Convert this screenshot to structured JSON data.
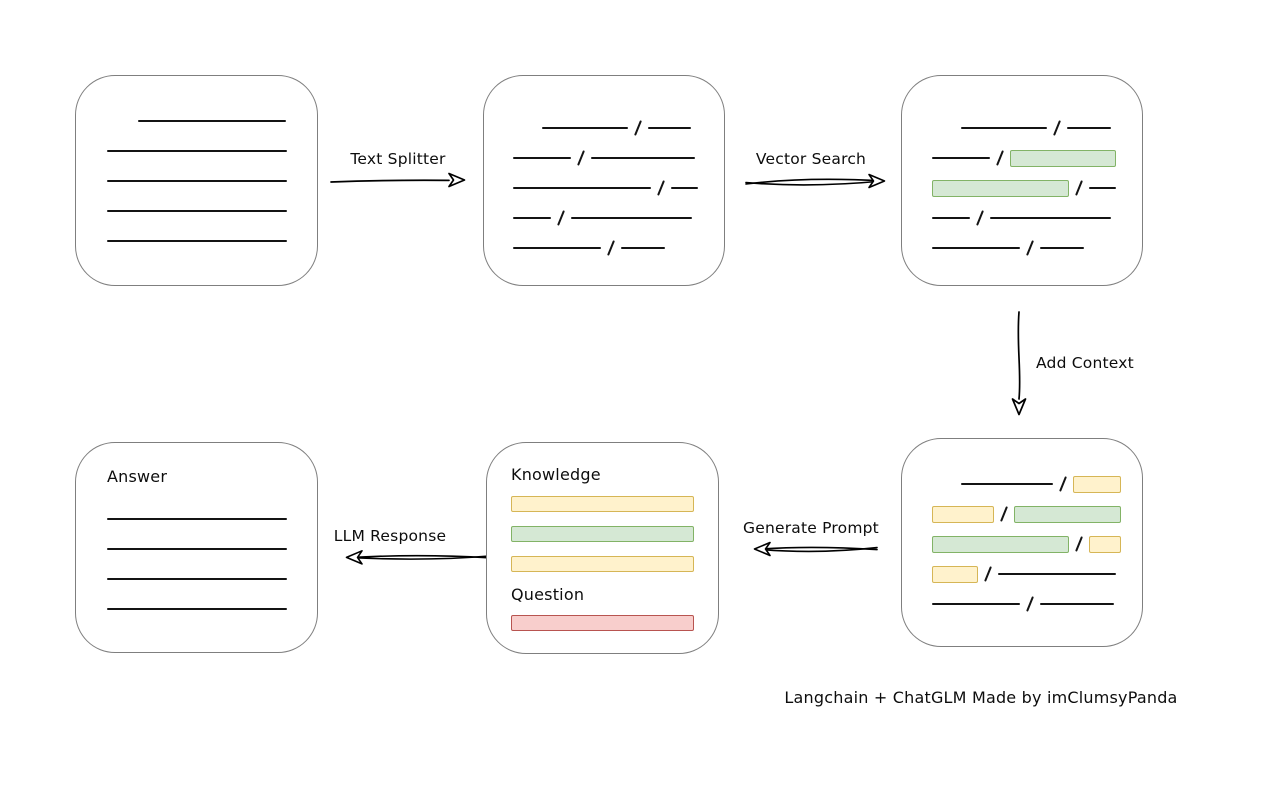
{
  "caption": "Langchain + ChatGLM Made by imClumsyPanda",
  "colors": {
    "line": {
      "fill": "#141414",
      "border": "#141414"
    },
    "green": {
      "fill": "#d5e8d4",
      "border": "#82b366"
    },
    "yellow": {
      "fill": "#fff2cc",
      "border": "#d6b656"
    },
    "red": {
      "fill": "#f8cecc",
      "border": "#b85450"
    }
  },
  "arrows": {
    "text_splitter": {
      "label": "Text Splitter"
    },
    "vector_search": {
      "label": "Vector Search"
    },
    "add_context": {
      "label": "Add Context"
    },
    "generate_prompt": {
      "label": "Generate Prompt"
    },
    "llm_response": {
      "label": "LLM Response"
    }
  },
  "boxes": {
    "document": {
      "lines": [
        {
          "indent": 31,
          "w": 148
        },
        {
          "indent": 0,
          "w": 180
        },
        {
          "indent": 0,
          "w": 180
        },
        {
          "indent": 0,
          "w": 180
        },
        {
          "indent": 0,
          "w": 180
        }
      ]
    },
    "chunks": {
      "rows": [
        {
          "indent": 29,
          "segs": [
            {
              "kind": "line",
              "w": 86
            },
            {
              "kind": "line",
              "w": 43
            }
          ]
        },
        {
          "indent": 0,
          "segs": [
            {
              "kind": "line",
              "w": 58
            },
            {
              "kind": "line",
              "w": 104
            }
          ]
        },
        {
          "indent": 0,
          "segs": [
            {
              "kind": "line",
              "w": 138
            },
            {
              "kind": "line",
              "w": 27
            }
          ]
        },
        {
          "indent": 0,
          "segs": [
            {
              "kind": "line",
              "w": 38
            },
            {
              "kind": "line",
              "w": 121
            }
          ]
        },
        {
          "indent": 0,
          "segs": [
            {
              "kind": "line",
              "w": 88
            },
            {
              "kind": "line",
              "w": 44
            }
          ]
        }
      ]
    },
    "search_results": {
      "rows": [
        {
          "indent": 29,
          "segs": [
            {
              "kind": "line",
              "w": 86
            },
            {
              "kind": "line",
              "w": 44
            }
          ]
        },
        {
          "indent": 0,
          "segs": [
            {
              "kind": "line",
              "w": 58
            },
            {
              "kind": "green",
              "w": 106
            }
          ]
        },
        {
          "indent": 0,
          "segs": [
            {
              "kind": "green",
              "w": 137
            },
            {
              "kind": "line",
              "w": 27
            }
          ]
        },
        {
          "indent": 0,
          "segs": [
            {
              "kind": "line",
              "w": 38
            },
            {
              "kind": "line",
              "w": 121
            }
          ]
        },
        {
          "indent": 0,
          "segs": [
            {
              "kind": "line",
              "w": 88
            },
            {
              "kind": "line",
              "w": 44
            }
          ]
        }
      ]
    },
    "context_chunks": {
      "rows": [
        {
          "indent": 29,
          "segs": [
            {
              "kind": "line",
              "w": 92
            },
            {
              "kind": "yellow",
              "w": 48
            }
          ]
        },
        {
          "indent": 0,
          "segs": [
            {
              "kind": "yellow",
              "w": 62
            },
            {
              "kind": "green",
              "w": 107
            }
          ]
        },
        {
          "indent": 0,
          "segs": [
            {
              "kind": "green",
              "w": 137
            },
            {
              "kind": "yellow",
              "w": 32
            }
          ]
        },
        {
          "indent": 0,
          "segs": [
            {
              "kind": "yellow",
              "w": 46
            },
            {
              "kind": "line",
              "w": 118
            }
          ]
        },
        {
          "indent": 0,
          "segs": [
            {
              "kind": "line",
              "w": 88
            },
            {
              "kind": "line",
              "w": 74
            }
          ]
        }
      ]
    },
    "prompt": {
      "knowledge_label": "Knowledge",
      "question_label": "Question",
      "knowledge_bars": [
        "yellow",
        "green",
        "yellow"
      ],
      "question_bars": [
        "red"
      ]
    },
    "answer": {
      "label": "Answer",
      "lines": [
        {
          "indent": 0,
          "w": 180
        },
        {
          "indent": 0,
          "w": 180
        },
        {
          "indent": 0,
          "w": 180
        },
        {
          "indent": 0,
          "w": 180
        }
      ]
    }
  }
}
